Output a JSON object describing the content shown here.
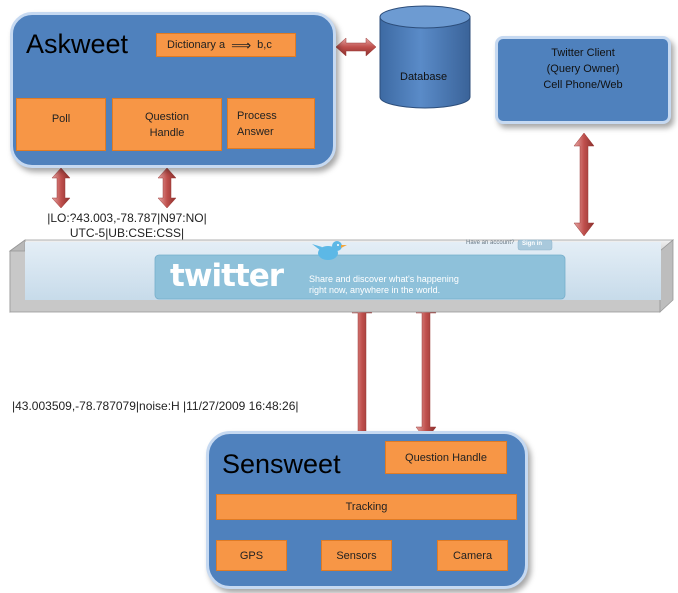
{
  "askweet": {
    "title": "Askweet",
    "dictionary": "Dictionary a",
    "dictionary_target": "b,c",
    "poll": "Poll",
    "question_handle_1": "Question",
    "question_handle_2": "Handle",
    "process_answer_1": "Process",
    "process_answer_2": "Answer"
  },
  "database": {
    "label": "Database"
  },
  "twitter_client": {
    "line1": "Twitter Client",
    "line2": "(Query Owner)",
    "line3": "Cell Phone/Web"
  },
  "query_text": {
    "line1": "|LO:?43.003,-78.787|N97:NO|",
    "line2": "UTC-5|UB:CSE:CSS|"
  },
  "twitter_banner": {
    "logo": "twitter",
    "tagline1": "Share and discover what's happening",
    "tagline2": "right now, anywhere in the world.",
    "have_account": "Have an account?",
    "sign_in": "Sign in"
  },
  "sensor_text": "|43.003509,-78.787079|noise:H |11/27/2009 16:48:26|",
  "sensweet": {
    "title": "Sensweet",
    "question_handle": "Question Handle",
    "tracking": "Tracking",
    "gps": "GPS",
    "sensors": "Sensors",
    "camera": "Camera"
  },
  "colors": {
    "box_blue": "#4f81bd",
    "box_orange": "#f79646",
    "arrow_red": "#c0504d"
  },
  "icons": [
    "bird-icon",
    "dictionary-arrow-icon"
  ]
}
